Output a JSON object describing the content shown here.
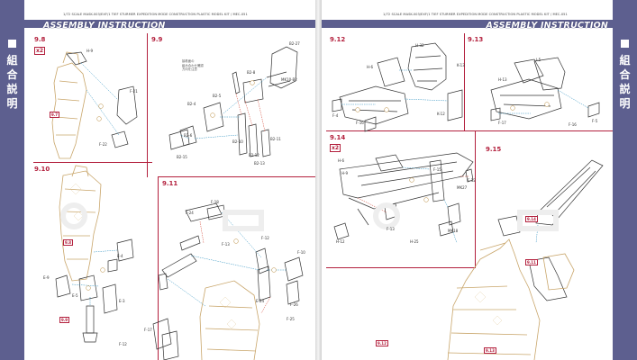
{
  "left_page": {
    "header_text": "1/72 SCALE MASK-003/EXF/1 TIEF STURMER EXPEDITION MODE CONSTRUCTION PLASTIC MODEL KIT / MEC-051",
    "title": "ASSEMBLY INSTRUCTION",
    "side_tab": {
      "chars": [
        "組",
        "合",
        "説",
        "明"
      ]
    },
    "steps": [
      {
        "label": "9.8",
        "count": "x2"
      },
      {
        "label": "9.9"
      },
      {
        "label": "9.10"
      },
      {
        "label": "9.11"
      }
    ],
    "part_labels": {
      "s98_a": "H-9",
      "s98_b": "F-21",
      "s98_c": "F-22",
      "s99_a": "B2-27",
      "s99_b": "B2-8",
      "s99_c": "B2-5",
      "s99_d": "MK10-B2",
      "s99_e": "B2-4",
      "s99_f": "B2-6",
      "s99_g": "B2-10",
      "s99_h": "B2-11",
      "s99_i": "B2-12",
      "s99_j": "B2-13",
      "s99_k": "B2-15",
      "s910_a": "E-4",
      "s910_b": "E-9",
      "s910_c": "E-3",
      "s910_d": "E-5",
      "s911_a": "F-24",
      "s911_b": "F-13",
      "s911_c": "F-18",
      "s911_d": "F-10",
      "s911_e": "F-12",
      "s911_f": "F-26",
      "s911_g": "E-24",
      "s911_h": "F-25",
      "s911_i": "F-17",
      "s911_j": "F-12"
    },
    "tags": {
      "s98": "9.7",
      "s910_top": "9.8",
      "s910_bottom": "9.9"
    },
    "note": "接着面の\n組み合わせ確認\n方向を注意"
  },
  "right_page": {
    "header_text": "1/72 SCALE MASK-003/EXF/1 TIEF STURMER EXPEDITION MODE CONSTRUCTION PLASTIC MODEL KIT / MEC-051",
    "title": "ASSEMBLY INSTRUCTION",
    "side_tab": {
      "chars": [
        "組",
        "合",
        "説",
        "明"
      ]
    },
    "steps": [
      {
        "label": "9.12"
      },
      {
        "label": "9.13"
      },
      {
        "label": "9.14",
        "count": "x2"
      },
      {
        "label": "9.15"
      }
    ],
    "part_labels": {
      "s912_a": "H-32",
      "s912_b": "H-6",
      "s912_c": "K-13",
      "s912_d": "F-4",
      "s912_e": "F-16",
      "s912_f": "K-12",
      "s913_a": "I-5",
      "s913_b": "H-13",
      "s913_c": "F-17",
      "s913_d": "F-16",
      "s913_e": "F-5",
      "s914_a": "H-6",
      "s914_b": "H-9",
      "s914_c": "F-12",
      "s914_d": "MK27",
      "s914_e": "H-12",
      "s914_f": "F-13",
      "s914_g": "MK18",
      "s914_h": "H-25",
      "s914_i": "F-15"
    },
    "tags": {
      "s915_a": "9.14",
      "s915_b": "9.11",
      "s915_c": "9.12",
      "s915_d": "9.13"
    }
  },
  "colors": {
    "accent": "#b3203d",
    "tab": "#5d5f8f",
    "part_gold": "#c9a66b",
    "line": "#333333"
  }
}
